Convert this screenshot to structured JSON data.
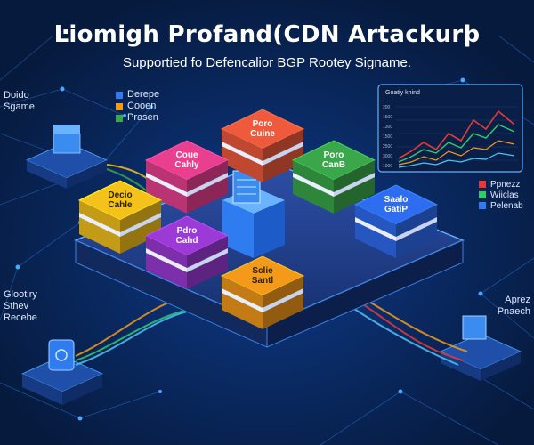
{
  "header": {
    "title": "Ŀiomigh Profand(CDN Artackurþ",
    "subtitle": "Supportied fo Defencalior BGP Rootey Signame."
  },
  "left_top_label": [
    "Doido",
    "Sgame"
  ],
  "legend_top": [
    {
      "label": "Derepe",
      "color": "#2f7cf0"
    },
    {
      "label": "Cooen",
      "color": "#f39a1a"
    },
    {
      "label": "Prasen",
      "color": "#3aa84a"
    }
  ],
  "dashboard": {
    "title": "Goatiy khind",
    "y_ticks": [
      "200",
      "1500",
      "1300",
      "1500",
      "2500",
      "3000",
      "1000"
    ],
    "series_colors": [
      "#e53935",
      "#2ecc71",
      "#f39a1a",
      "#4fc3f7"
    ]
  },
  "legend_right": [
    {
      "label": "Ppnezz",
      "color": "#e53935"
    },
    {
      "label": "Wiiclas",
      "color": "#2ecc71"
    },
    {
      "label": "Pelenab",
      "color": "#2f7cf0"
    }
  ],
  "left_bottom_label": [
    "Glootiry",
    "Sthev",
    "Recebe"
  ],
  "right_bottom_label": [
    "Aprez",
    "Pnaech"
  ],
  "nodes": [
    {
      "id": "n1",
      "label": [
        "Poro",
        "Cuine"
      ],
      "color": "#f05a3c"
    },
    {
      "id": "n2",
      "label": [
        "Coue",
        "Cahly"
      ],
      "color": "#e8408f"
    },
    {
      "id": "n3",
      "label": [
        "Poro",
        "CanB"
      ],
      "color": "#3aa84a"
    },
    {
      "id": "n4",
      "label": [
        "Decio",
        "Cahle"
      ],
      "color": "#f5c21b"
    },
    {
      "id": "n5",
      "label": [
        "Saalo",
        "GatiP"
      ],
      "color": "#2f6df0"
    },
    {
      "id": "n6",
      "label": [
        "Pdro",
        "Cahd"
      ],
      "color": "#9b3ad6"
    },
    {
      "id": "n7",
      "label": [
        "Sclie",
        "Santl"
      ],
      "color": "#f39a1a"
    }
  ]
}
